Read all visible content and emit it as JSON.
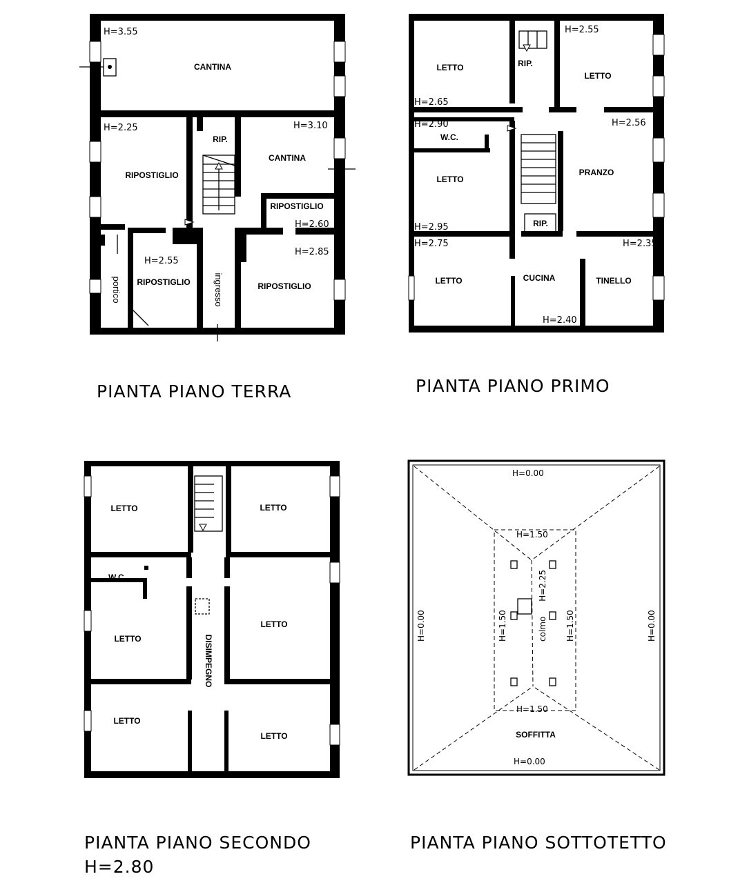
{
  "ground": {
    "caption": "PIANTA PIANO TERRA",
    "rooms": {
      "cantina_top": "CANTINA",
      "rip": "RIP.",
      "cantina_right": "CANTINA",
      "ripostiglio_left": "RIPOSTIGLIO",
      "ripostiglio_small": "RIPOSTIGLIO",
      "ripostiglio_mid": "RIPOSTIGLIO",
      "ripostiglio_right": "RIPOSTIGLIO",
      "portico": "portico",
      "ingresso": "ingresso"
    },
    "heights": {
      "h355": "H=3.55",
      "h225": "H=2.25",
      "h310": "H=3.10",
      "h260": "H=2.60",
      "h285": "H=2.85",
      "h255": "H=2.55"
    }
  },
  "first": {
    "caption": "PIANTA PIANO PRIMO",
    "rooms": {
      "letto_tl": "LETTO",
      "rip_top": "RIP.",
      "letto_tr": "LETTO",
      "wc": "W.C.",
      "letto_ml": "LETTO",
      "pranzo": "PRANZO",
      "rip_mid": "RIP.",
      "letto_bl": "LETTO",
      "cucina": "CUCINA",
      "tinello": "TINELLO"
    },
    "heights": {
      "h255": "H=2.55",
      "h265": "H=2.65",
      "h290": "H=2.90",
      "h256": "H=2.56",
      "h295": "H=2.95",
      "h275": "H=2.75",
      "h235": "H=2.35",
      "h240": "H=2.40"
    }
  },
  "second": {
    "caption": "PIANTA PIANO SECONDO",
    "caption_height": "H=2.80",
    "rooms": {
      "letto_tl": "LETTO",
      "letto_tr": "LETTO",
      "wc": "W.C.",
      "letto_ml": "LETTO",
      "letto_mr": "LETTO",
      "disimpegno": "DISIMPEGNO",
      "letto_bl": "LETTO",
      "letto_br": "LETTO"
    }
  },
  "attic": {
    "caption": "PIANTA PIANO SOTTOTETTO",
    "labels": {
      "h000_top": "H=0.00",
      "h150_top": "H=1.50",
      "colmo": "colmo",
      "h225": "H=2.25",
      "h150_left": "H=1.50",
      "h150_right": "H=1.50",
      "h000_left": "H=0.00",
      "h000_right": "H=0.00",
      "h150_bottom": "H=1.50",
      "soffitta": "SOFFITTA",
      "h000_bottom": "H=0.00"
    }
  }
}
